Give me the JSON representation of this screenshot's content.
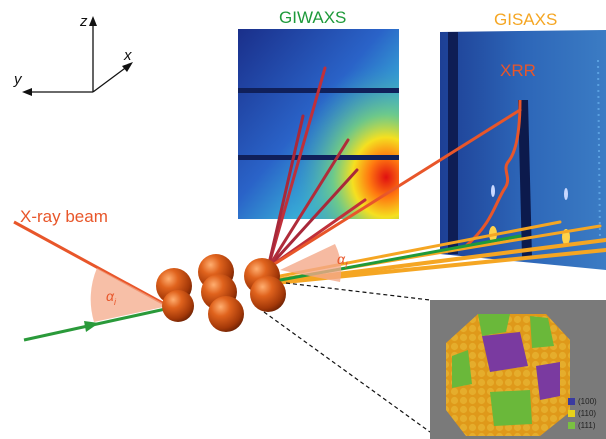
{
  "axes": {
    "z": "z",
    "x": "x",
    "y": "y"
  },
  "labels": {
    "giwaxs": "GIWAXS",
    "gisaxs": "GISAXS",
    "xrr": "XRR",
    "beam": "X-ray beam",
    "alpha_i": "α",
    "alpha_i_sub": "i",
    "alpha_f": "α",
    "alpha_f_sub": "f"
  },
  "colors": {
    "giwaxs": "#1e9a3a",
    "gisaxs": "#f5a623",
    "beam": "#e8562a",
    "incident_green": "#2a9a3a",
    "particle": "#c8460f"
  },
  "legend": [
    {
      "label": "(100)",
      "color": "#3a3aa0"
    },
    {
      "label": "(110)",
      "color": "#e8d21a"
    },
    {
      "label": "(111)",
      "color": "#7ac142"
    }
  ]
}
